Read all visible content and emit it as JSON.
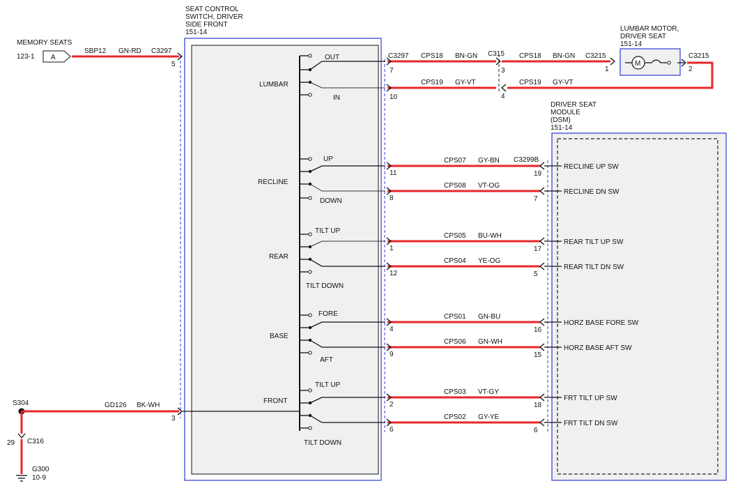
{
  "switch": {
    "title_lines": [
      "SEAT CONTROL",
      "SWITCH, DRIVER",
      "SIDE FRONT",
      "151-14"
    ],
    "groups": [
      {
        "label": "LUMBAR",
        "pos1": "OUT",
        "pos2": "IN"
      },
      {
        "label": "RECLINE",
        "pos1": "UP",
        "pos2": "DOWN"
      },
      {
        "label": "REAR",
        "pos1": "TILT UP",
        "pos2": "TILT DOWN"
      },
      {
        "label": "BASE",
        "pos1": "FORE",
        "pos2": "AFT"
      },
      {
        "label": "FRONT",
        "pos1": "TILT UP",
        "pos2": "TILT DOWN"
      }
    ]
  },
  "memory_seats": {
    "label": "MEMORY SEATS",
    "ref": "123-1",
    "tag": "A",
    "circuit": "SBP12",
    "color": "GN-RD",
    "connector": "C3297",
    "pin": "5"
  },
  "ground": {
    "splice": "S304",
    "circuit": "GD126",
    "color": "BK-WH",
    "pin": "3",
    "conn_pin": "29",
    "connector": "C316",
    "ground_id": "G300",
    "ground_ref": "10-9"
  },
  "lumbar_motor": {
    "title_lines": [
      "LUMBAR MOTOR,",
      "DRIVER SEAT",
      "151-14"
    ],
    "symbol": "M",
    "wires": [
      {
        "sw_conn": "C3297",
        "sw_pin": "7",
        "circuit": "CPS18",
        "color": "BN-GN",
        "mid_conn": "C315",
        "mid_pin": "3",
        "circuit2": "CPS18",
        "color2": "BN-GN",
        "motor_conn": "C3215",
        "motor_pin": "1"
      },
      {
        "sw_pin": "10",
        "circuit": "CPS19",
        "color": "GY-VT",
        "mid_pin": "4",
        "circuit2": "CPS19",
        "color2": "GY-VT",
        "motor_conn": "C3215",
        "motor_pin": "2"
      }
    ]
  },
  "dsm": {
    "title_lines": [
      "DRIVER SEAT",
      "MODULE",
      "(DSM)",
      "151-14"
    ],
    "connector": "C3299B",
    "wires": [
      {
        "sw_pin": "11",
        "circuit": "CPS07",
        "color": "GY-BN",
        "dsm_pin": "19",
        "label": "RECLINE UP SW"
      },
      {
        "sw_pin": "8",
        "circuit": "CPS08",
        "color": "VT-OG",
        "dsm_pin": "7",
        "label": "RECLINE DN SW"
      },
      {
        "sw_pin": "1",
        "circuit": "CPS05",
        "color": "BU-WH",
        "dsm_pin": "17",
        "label": "REAR TILT UP SW"
      },
      {
        "sw_pin": "12",
        "circuit": "CPS04",
        "color": "YE-OG",
        "dsm_pin": "5",
        "label": "REAR TILT DN SW"
      },
      {
        "sw_pin": "4",
        "circuit": "CPS01",
        "color": "GN-BU",
        "dsm_pin": "16",
        "label": "HORZ BASE FORE SW"
      },
      {
        "sw_pin": "9",
        "circuit": "CPS06",
        "color": "GN-WH",
        "dsm_pin": "15",
        "label": "HORZ BASE AFT SW"
      },
      {
        "sw_pin": "2",
        "circuit": "CPS03",
        "color": "VT-GY",
        "dsm_pin": "18",
        "label": "FRT TILT UP SW"
      },
      {
        "sw_pin": "6",
        "circuit": "CPS02",
        "color": "GY-YE",
        "dsm_pin": "6",
        "label": "FRT TILT DN SW"
      }
    ]
  },
  "colors": {
    "wire": "#e8262a",
    "frame": "#2d3bd6",
    "box_fill": "#f0f0f0"
  }
}
